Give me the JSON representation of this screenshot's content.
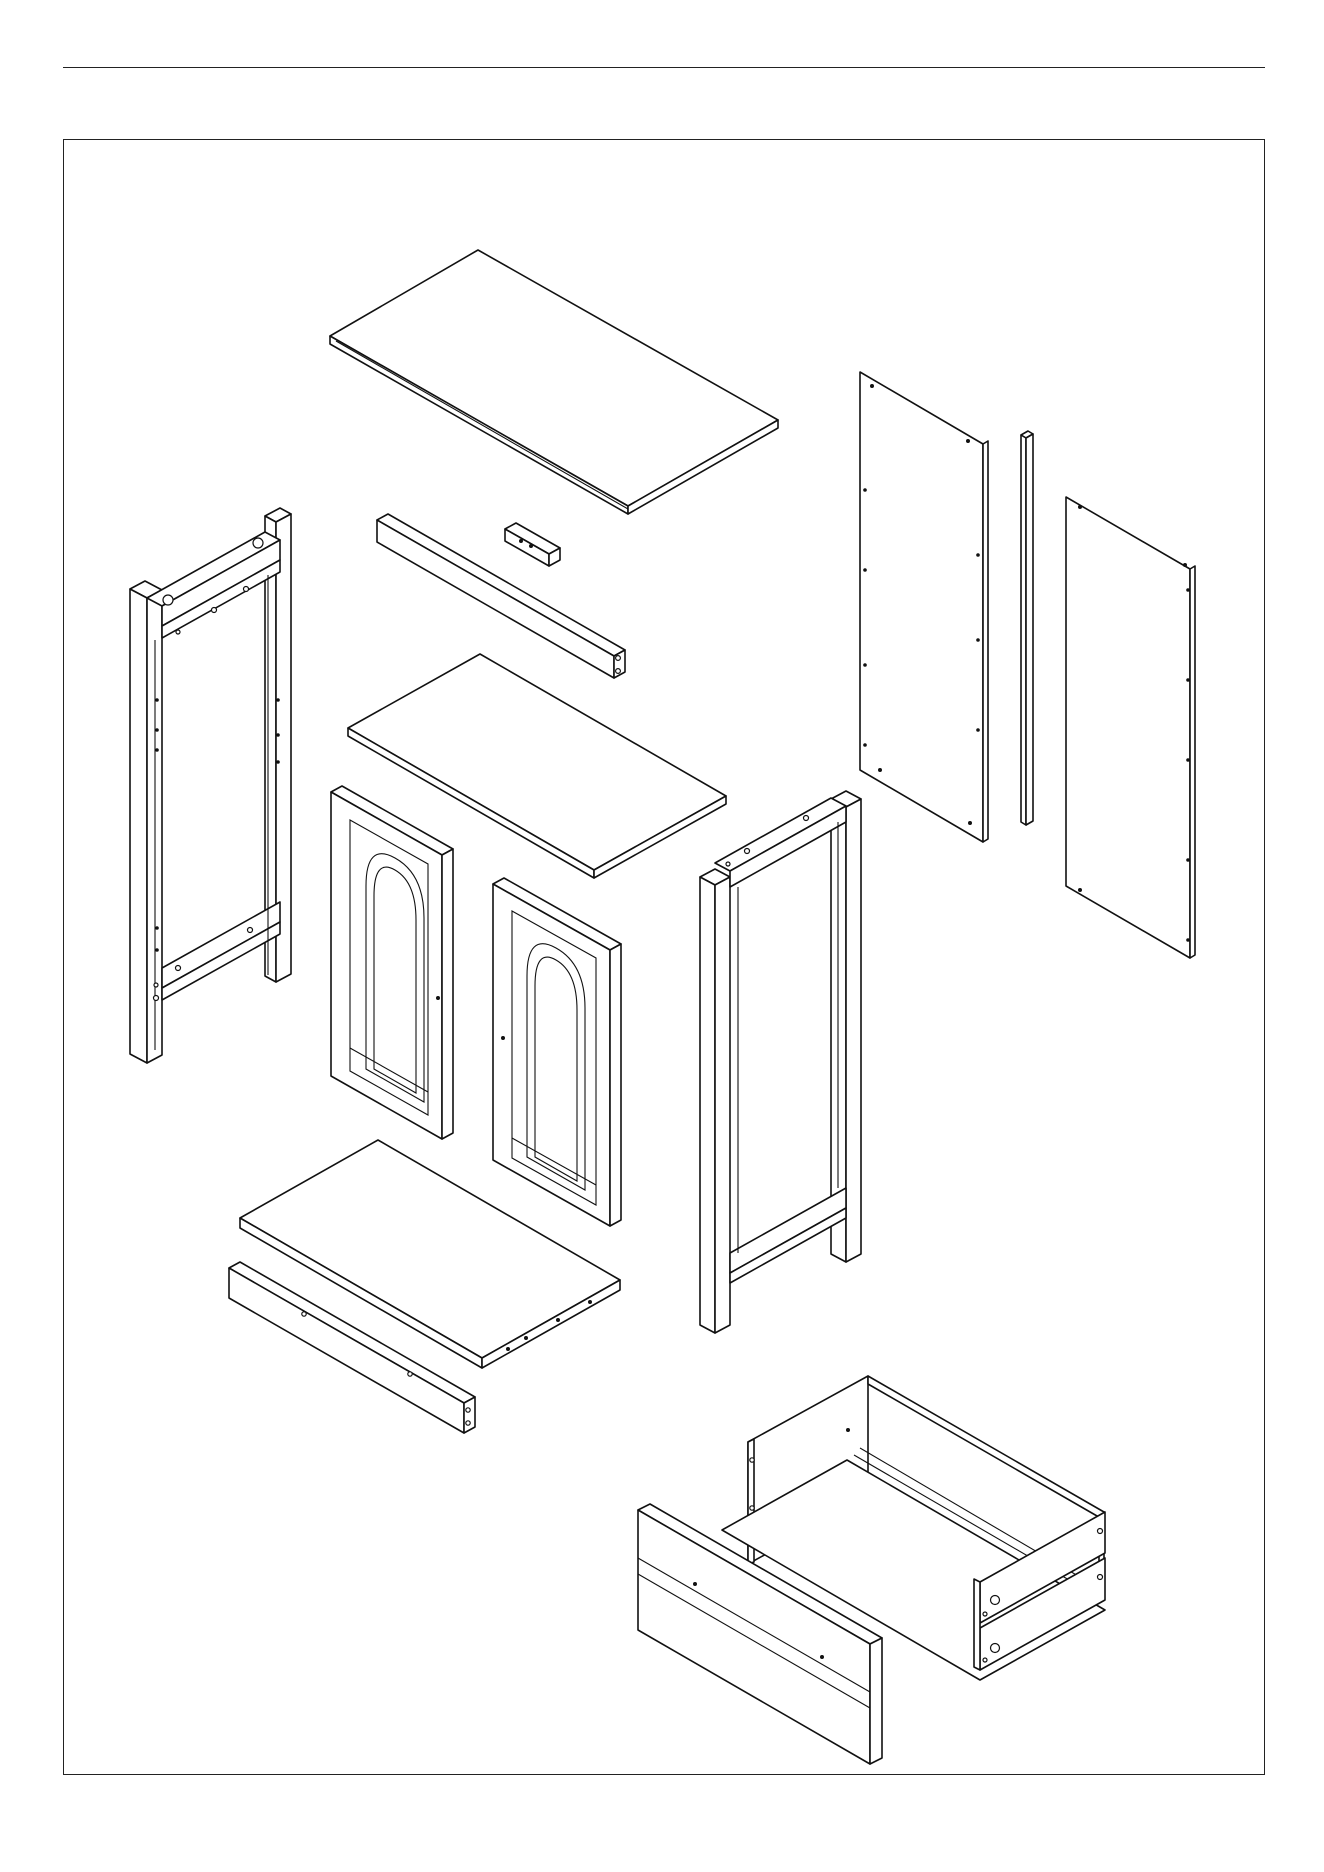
{
  "page": {
    "header_rule": true,
    "frame": true
  },
  "diagram": {
    "type": "exploded-assembly",
    "components": [
      "top-panel",
      "back-rail",
      "center-block",
      "shelf-panel",
      "left-side-frame",
      "right-side-frame",
      "left-door",
      "right-door",
      "bottom-panel",
      "front-rail",
      "back-panel-large",
      "center-strip",
      "back-panel-small",
      "drawer-box",
      "drawer-front"
    ]
  }
}
